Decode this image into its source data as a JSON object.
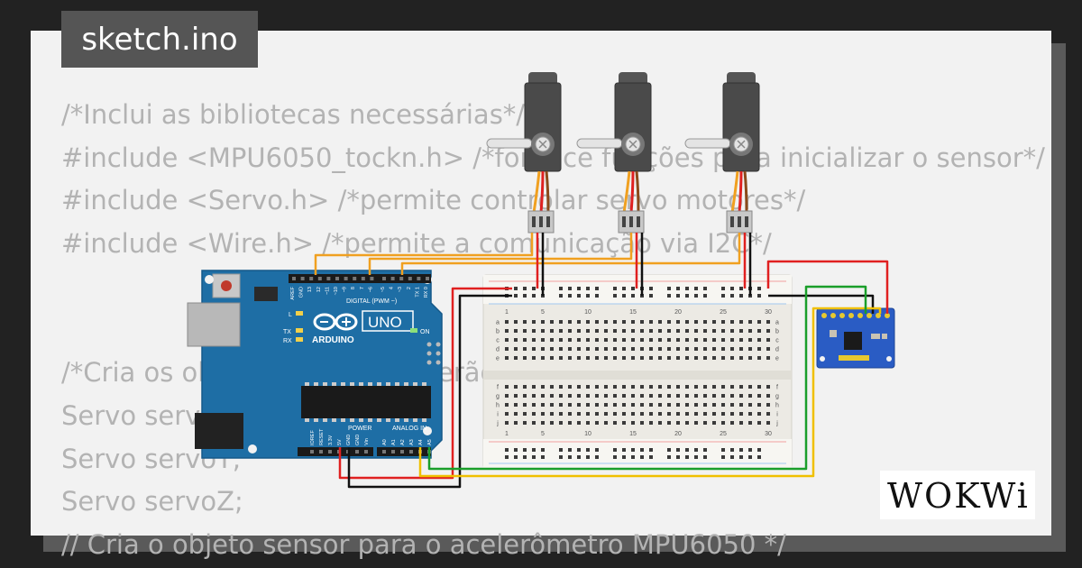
{
  "header": {
    "filename": "sketch.ino"
  },
  "code_lines": [
    "/*Inclui as bibliotecas necessárias*/",
    "#include <MPU6050_tockn.h> /*fornece funções para inicializar o sensor*/",
    "#include <Servo.h> /*permite controlar servo motores*/",
    "#include <Wire.h> /*permite a comunicação via I2C*/",
    "",
    "",
    "/*Cria os objetos servo que serão usados*/",
    "Servo servoX;",
    "Servo servoY;",
    "Servo servoZ;",
    "// Cria o objeto sensor para o acelerômetro MPU6050 */"
  ],
  "arduino": {
    "brand": "ARDUINO",
    "model": "UNO",
    "header_digital": "DIGITAL (PWM ~)",
    "digital_pins": [
      "AREF",
      "GND",
      "13",
      "12",
      "~11",
      "~10",
      "~9",
      "8",
      "7",
      "~6",
      "~5",
      "4",
      "~3",
      "2",
      "TX 1",
      "RX 0"
    ],
    "header_power": "POWER",
    "header_analog": "ANALOG IN",
    "power_pins": [
      "IOREF",
      "RESET",
      "3.3V",
      "5V",
      "GND",
      "GND",
      "Vin"
    ],
    "analog_pins": [
      "A0",
      "A1",
      "A2",
      "A3",
      "A4",
      "A5"
    ],
    "led_labels": [
      "L",
      "TX",
      "RX",
      "ON"
    ]
  },
  "breadboard": {
    "col_numbers": [
      "1",
      "5",
      "10",
      "15",
      "20",
      "25",
      "30"
    ],
    "row_letters_top": [
      "a",
      "b",
      "c",
      "d",
      "e"
    ],
    "row_letters_bottom": [
      "f",
      "g",
      "h",
      "i",
      "j"
    ]
  },
  "logo": {
    "text": "WOKWi"
  },
  "colors": {
    "background": "#222222",
    "card": "#f2f2f2",
    "code_text": "#b3b3b3",
    "tab": "#555555",
    "arduino_board": "#1e6ea5",
    "wire_red": "#e02020",
    "wire_black": "#111111",
    "wire_orange": "#f0a020",
    "wire_green": "#1a9e2a",
    "wire_yellow": "#f0c000",
    "mpu_board": "#2a5cc4"
  }
}
